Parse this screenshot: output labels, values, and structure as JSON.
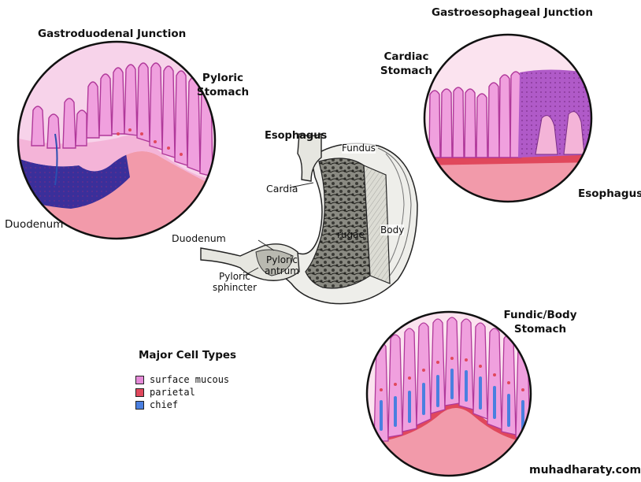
{
  "panels": {
    "gastroduodenal": {
      "title": "Gastroduodenal Junction",
      "label_pyloric": [
        "Pyloric",
        "Stomach"
      ],
      "label_duodenum": "Duodenum"
    },
    "gastroesophageal": {
      "title": "Gastroesophageal Junction",
      "label_cardiac": [
        "Cardiac",
        "Stomach"
      ],
      "label_esophagus": "Esophagus"
    },
    "fundic": {
      "title": [
        "Fundic/Body",
        "Stomach"
      ]
    }
  },
  "stomach_diagram": {
    "esophagus": "Esophagus",
    "fundus": "Fundus",
    "cardia": "Cardia",
    "rugae": "rugae",
    "body": "Body",
    "duodenum": "Duodenum",
    "pyloric_antrum": [
      "Pyloric",
      "antrum"
    ],
    "pyloric_sphincter": [
      "Pyloric",
      "sphincter"
    ]
  },
  "legend": {
    "title": "Major Cell Types",
    "items": [
      {
        "label": "surface  mucous",
        "color": "#e58ad8"
      },
      {
        "label": "parietal",
        "color": "#e0485c"
      },
      {
        "label": "chief",
        "color": "#4a7fe0"
      }
    ]
  },
  "watermark": "muhadharaty.com",
  "colors": {
    "mucous_pink": "#f0a0de",
    "mucous_line": "#b0389a",
    "submucosa": "#f29aaa",
    "parietal": "#e0485c",
    "chief": "#4a7fe0",
    "brunner": "#3a2f9a",
    "esoph_epi": "#b05ac8"
  }
}
